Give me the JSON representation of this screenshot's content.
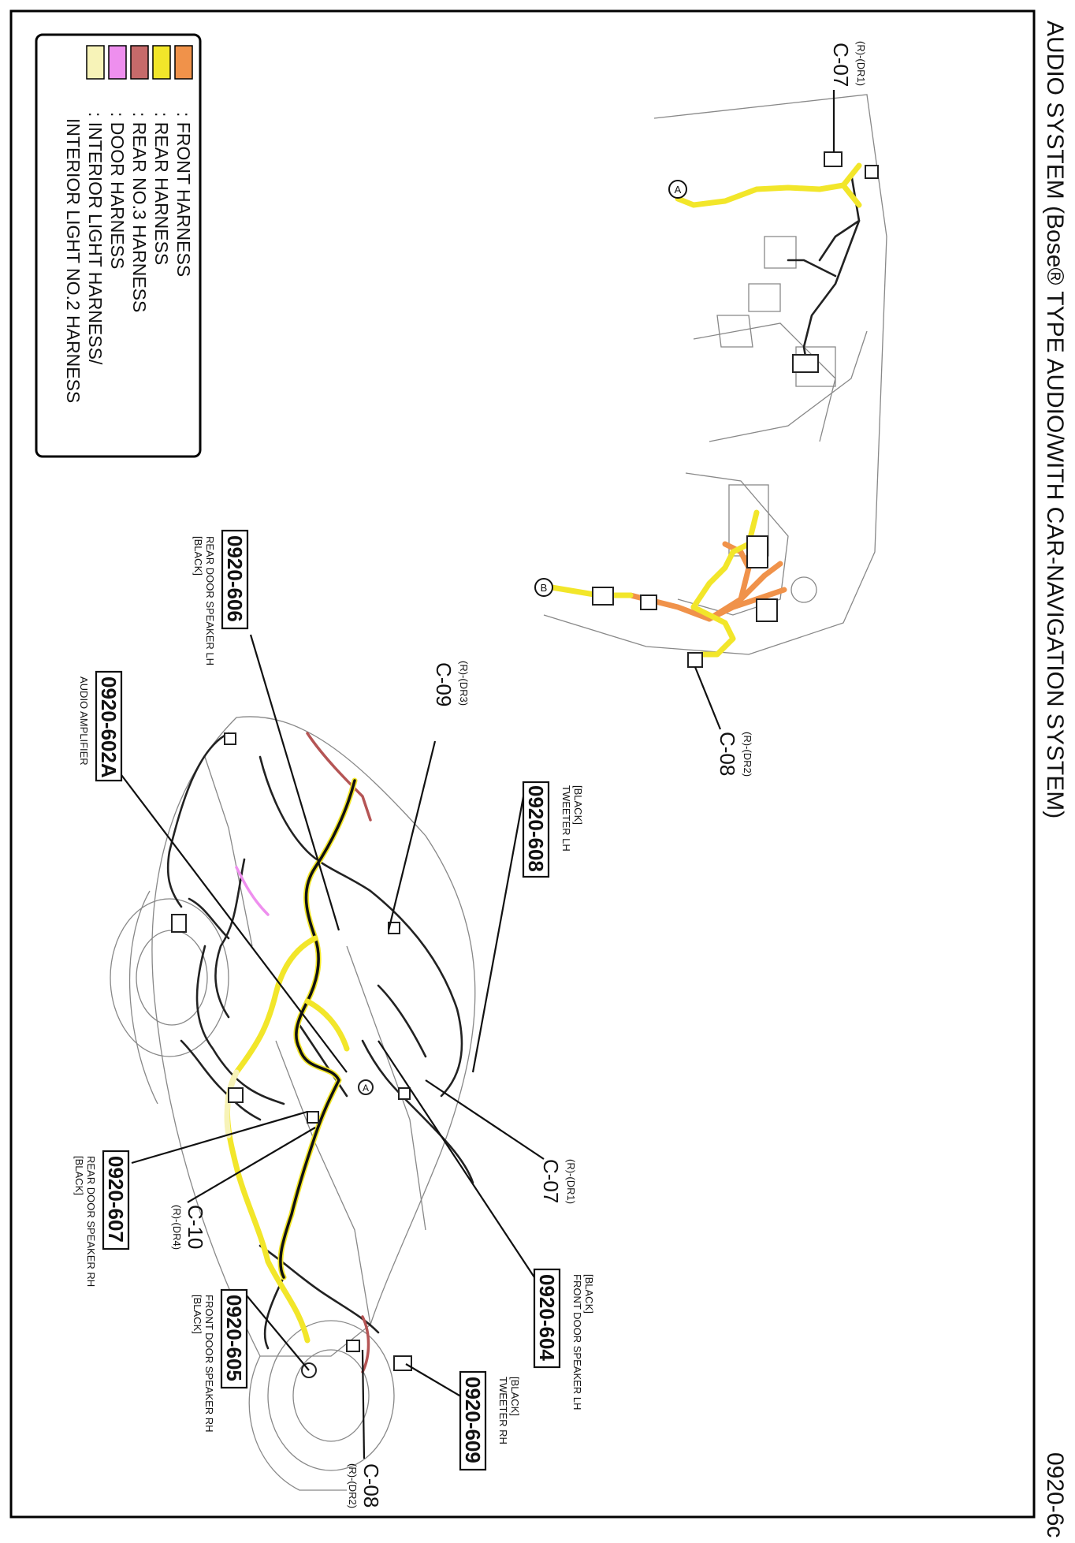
{
  "header": {
    "title": "AUDIO SYSTEM (Bose® TYPE AUDIO/WITH CAR-NAVIGATION SYSTEM)",
    "page_code": "0920-6c"
  },
  "legend": {
    "items": [
      {
        "label": ": FRONT HARNESS",
        "color": "#f0924a"
      },
      {
        "label": ": REAR HARNESS",
        "color": "#f2e62a"
      },
      {
        "label": ": REAR NO.3 HARNESS",
        "color": "#c66a6a"
      },
      {
        "label": ": DOOR HARNESS",
        "color": "#ee8fee"
      },
      {
        "label": ": INTERIOR LIGHT HARNESS/",
        "color": "#f7f3b8"
      }
    ],
    "continuation": "INTERIOR LIGHT NO.2 HARNESS"
  },
  "connectors": {
    "c07_top": {
      "name": "C-07",
      "sub": "(R)-(DR1)"
    },
    "c08_top": {
      "name": "C-08",
      "sub": "(R)-(DR2)"
    },
    "c09": {
      "name": "C-09",
      "sub": "(R)-(DR3)"
    },
    "c07_car": {
      "name": "C-07",
      "sub": "(R)-(DR1)"
    },
    "c10": {
      "name": "C-10",
      "sub": "(R)-(DR4)"
    },
    "c08_car": {
      "name": "C-08",
      "sub": "(R)-(DR2)"
    }
  },
  "markers": {
    "a": "A",
    "b": "B"
  },
  "callouts": {
    "c606": {
      "code": "0920-606",
      "desc": "REAR DOOR SPEAKER LH",
      "color_note": "[BLACK]"
    },
    "c602a": {
      "code": "0920-602A",
      "desc": "AUDIO AMPLIFIER"
    },
    "c608": {
      "code": "0920-608",
      "desc": "TWEETER LH",
      "color_note": "[BLACK]"
    },
    "c607": {
      "code": "0920-607",
      "desc": "REAR DOOR SPEAKER RH",
      "color_note": "[BLACK]"
    },
    "c604": {
      "code": "0920-604",
      "desc": "FRONT DOOR SPEAKER LH",
      "color_note": "[BLACK]"
    },
    "c609": {
      "code": "0920-609",
      "desc": "TWEETER RH",
      "color_note": "[BLACK]"
    },
    "c605": {
      "code": "0920-605",
      "desc": "FRONT DOOR SPEAKER RH",
      "color_note": "[BLACK]"
    }
  }
}
